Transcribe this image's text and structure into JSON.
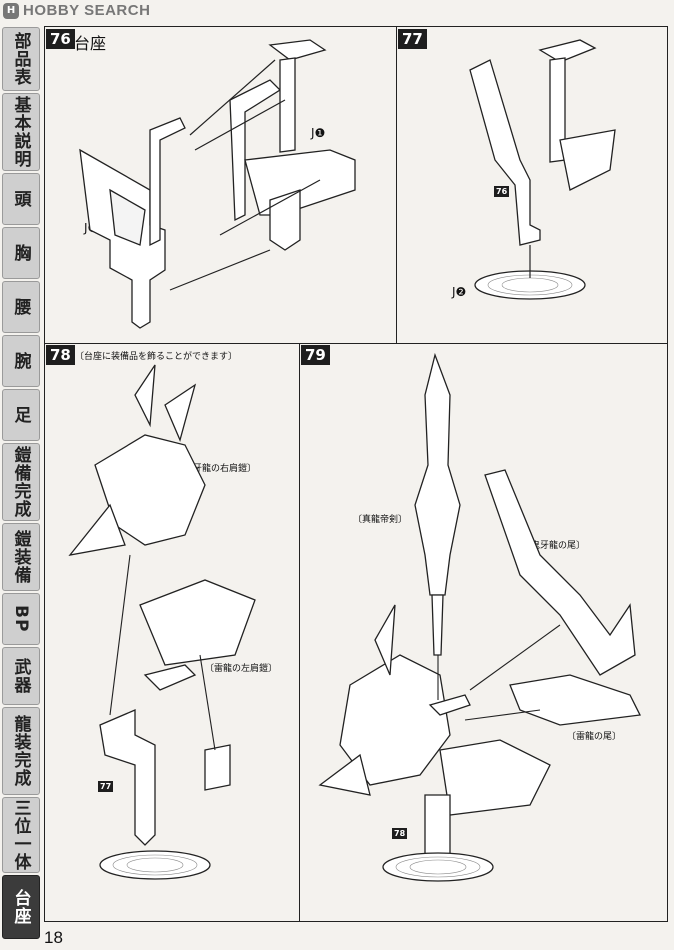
{
  "header": {
    "logo_mark": "H",
    "logo_text": "HOBBY SEARCH"
  },
  "sidebar": {
    "tabs": [
      {
        "label": "部品表"
      },
      {
        "label": "基本説明"
      },
      {
        "label": "頭"
      },
      {
        "label": "胸"
      },
      {
        "label": "腰"
      },
      {
        "label": "腕"
      },
      {
        "label": "足"
      },
      {
        "label": "鎧備完成"
      },
      {
        "label": "鎧装備"
      },
      {
        "label": "BP"
      },
      {
        "label": "武器"
      },
      {
        "label": "龍装完成"
      },
      {
        "label": "三位一体"
      },
      {
        "label": "台座"
      }
    ]
  },
  "steps": {
    "s76": {
      "num": "76",
      "title": "台座",
      "label_j1": "J❶",
      "label_j3": "J❸"
    },
    "s77": {
      "num": "77",
      "label_j2": "J❷",
      "ref": "76"
    },
    "s78": {
      "num": "78",
      "note": "〔台座に装備品を飾ることができます〕",
      "label_right_shoulder": "〔鬼牙龍の右肩鎧〕",
      "label_left_shoulder": "〔雷龍の左肩鎧〕",
      "ref": "77"
    },
    "s79": {
      "num": "79",
      "label_sword": "〔真龍帝剣〕",
      "label_tail": "〔鬼牙龍の尾〕",
      "label_tail2": "〔雷龍の尾〕",
      "ref": "78"
    }
  },
  "footer": {
    "page_number": "18"
  }
}
